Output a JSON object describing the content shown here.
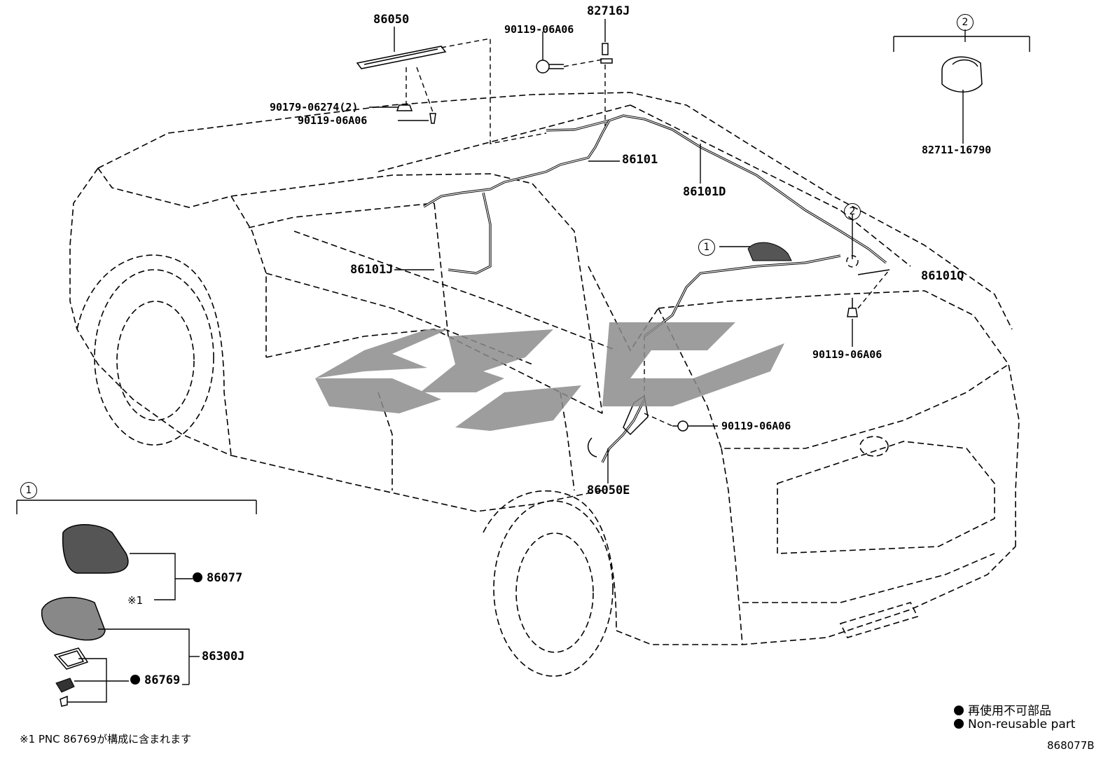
{
  "parts": {
    "p86050": "86050",
    "p82716J": "82716J",
    "p90119_top": "90119-06A06",
    "p90179": "90179-06274(2)",
    "p90119_left": "90119-06A06",
    "p86101": "86101",
    "p86101D": "86101D",
    "p86101J": "86101J",
    "p86101Q": "86101Q",
    "p90119_right": "90119-06A06",
    "p90119_mid": "90119-06A06",
    "p86050E": "86050E",
    "p82711": "82711-16790",
    "p86077": "86077",
    "p86300J": "86300J",
    "p86769": "86769"
  },
  "callouts": {
    "c1_main": "1",
    "c2_main": "2",
    "c1_box": "1",
    "c2_box": "2"
  },
  "notes": {
    "footnote_mark": "※1",
    "footnote": "※1 PNC 86769が構成に含まれます",
    "legend_jp": "再使用不可部品",
    "legend_en": "Non-reusable part",
    "diagram_code": "868077B"
  }
}
